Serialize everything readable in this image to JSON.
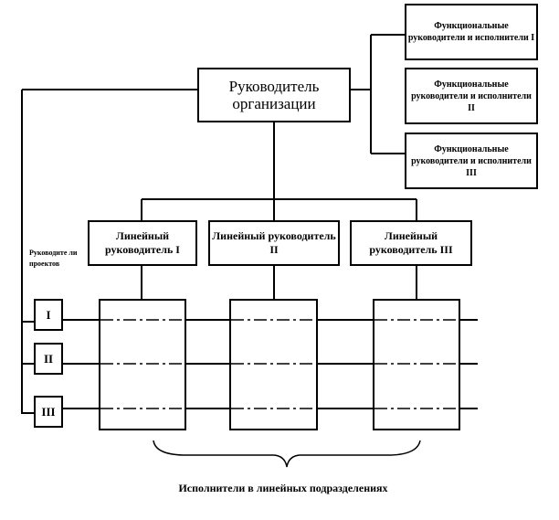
{
  "org_head": {
    "label": "Руководитель организации"
  },
  "functional": [
    {
      "label": "Функциональные руководители и исполнители I"
    },
    {
      "label": "Функциональные руководители и исполнители II"
    },
    {
      "label": "Функциональные руководители и исполнители III"
    }
  ],
  "linear": [
    {
      "label": "Линейный руководитель I"
    },
    {
      "label": "Линейный руководитель II"
    },
    {
      "label": "Линейный руководитель III"
    }
  ],
  "projects": {
    "label": "Руководите ли проектов",
    "items": [
      {
        "label": "I"
      },
      {
        "label": "II"
      },
      {
        "label": "III"
      }
    ]
  },
  "executors_label": "Исполнители в линейных подразделениях"
}
